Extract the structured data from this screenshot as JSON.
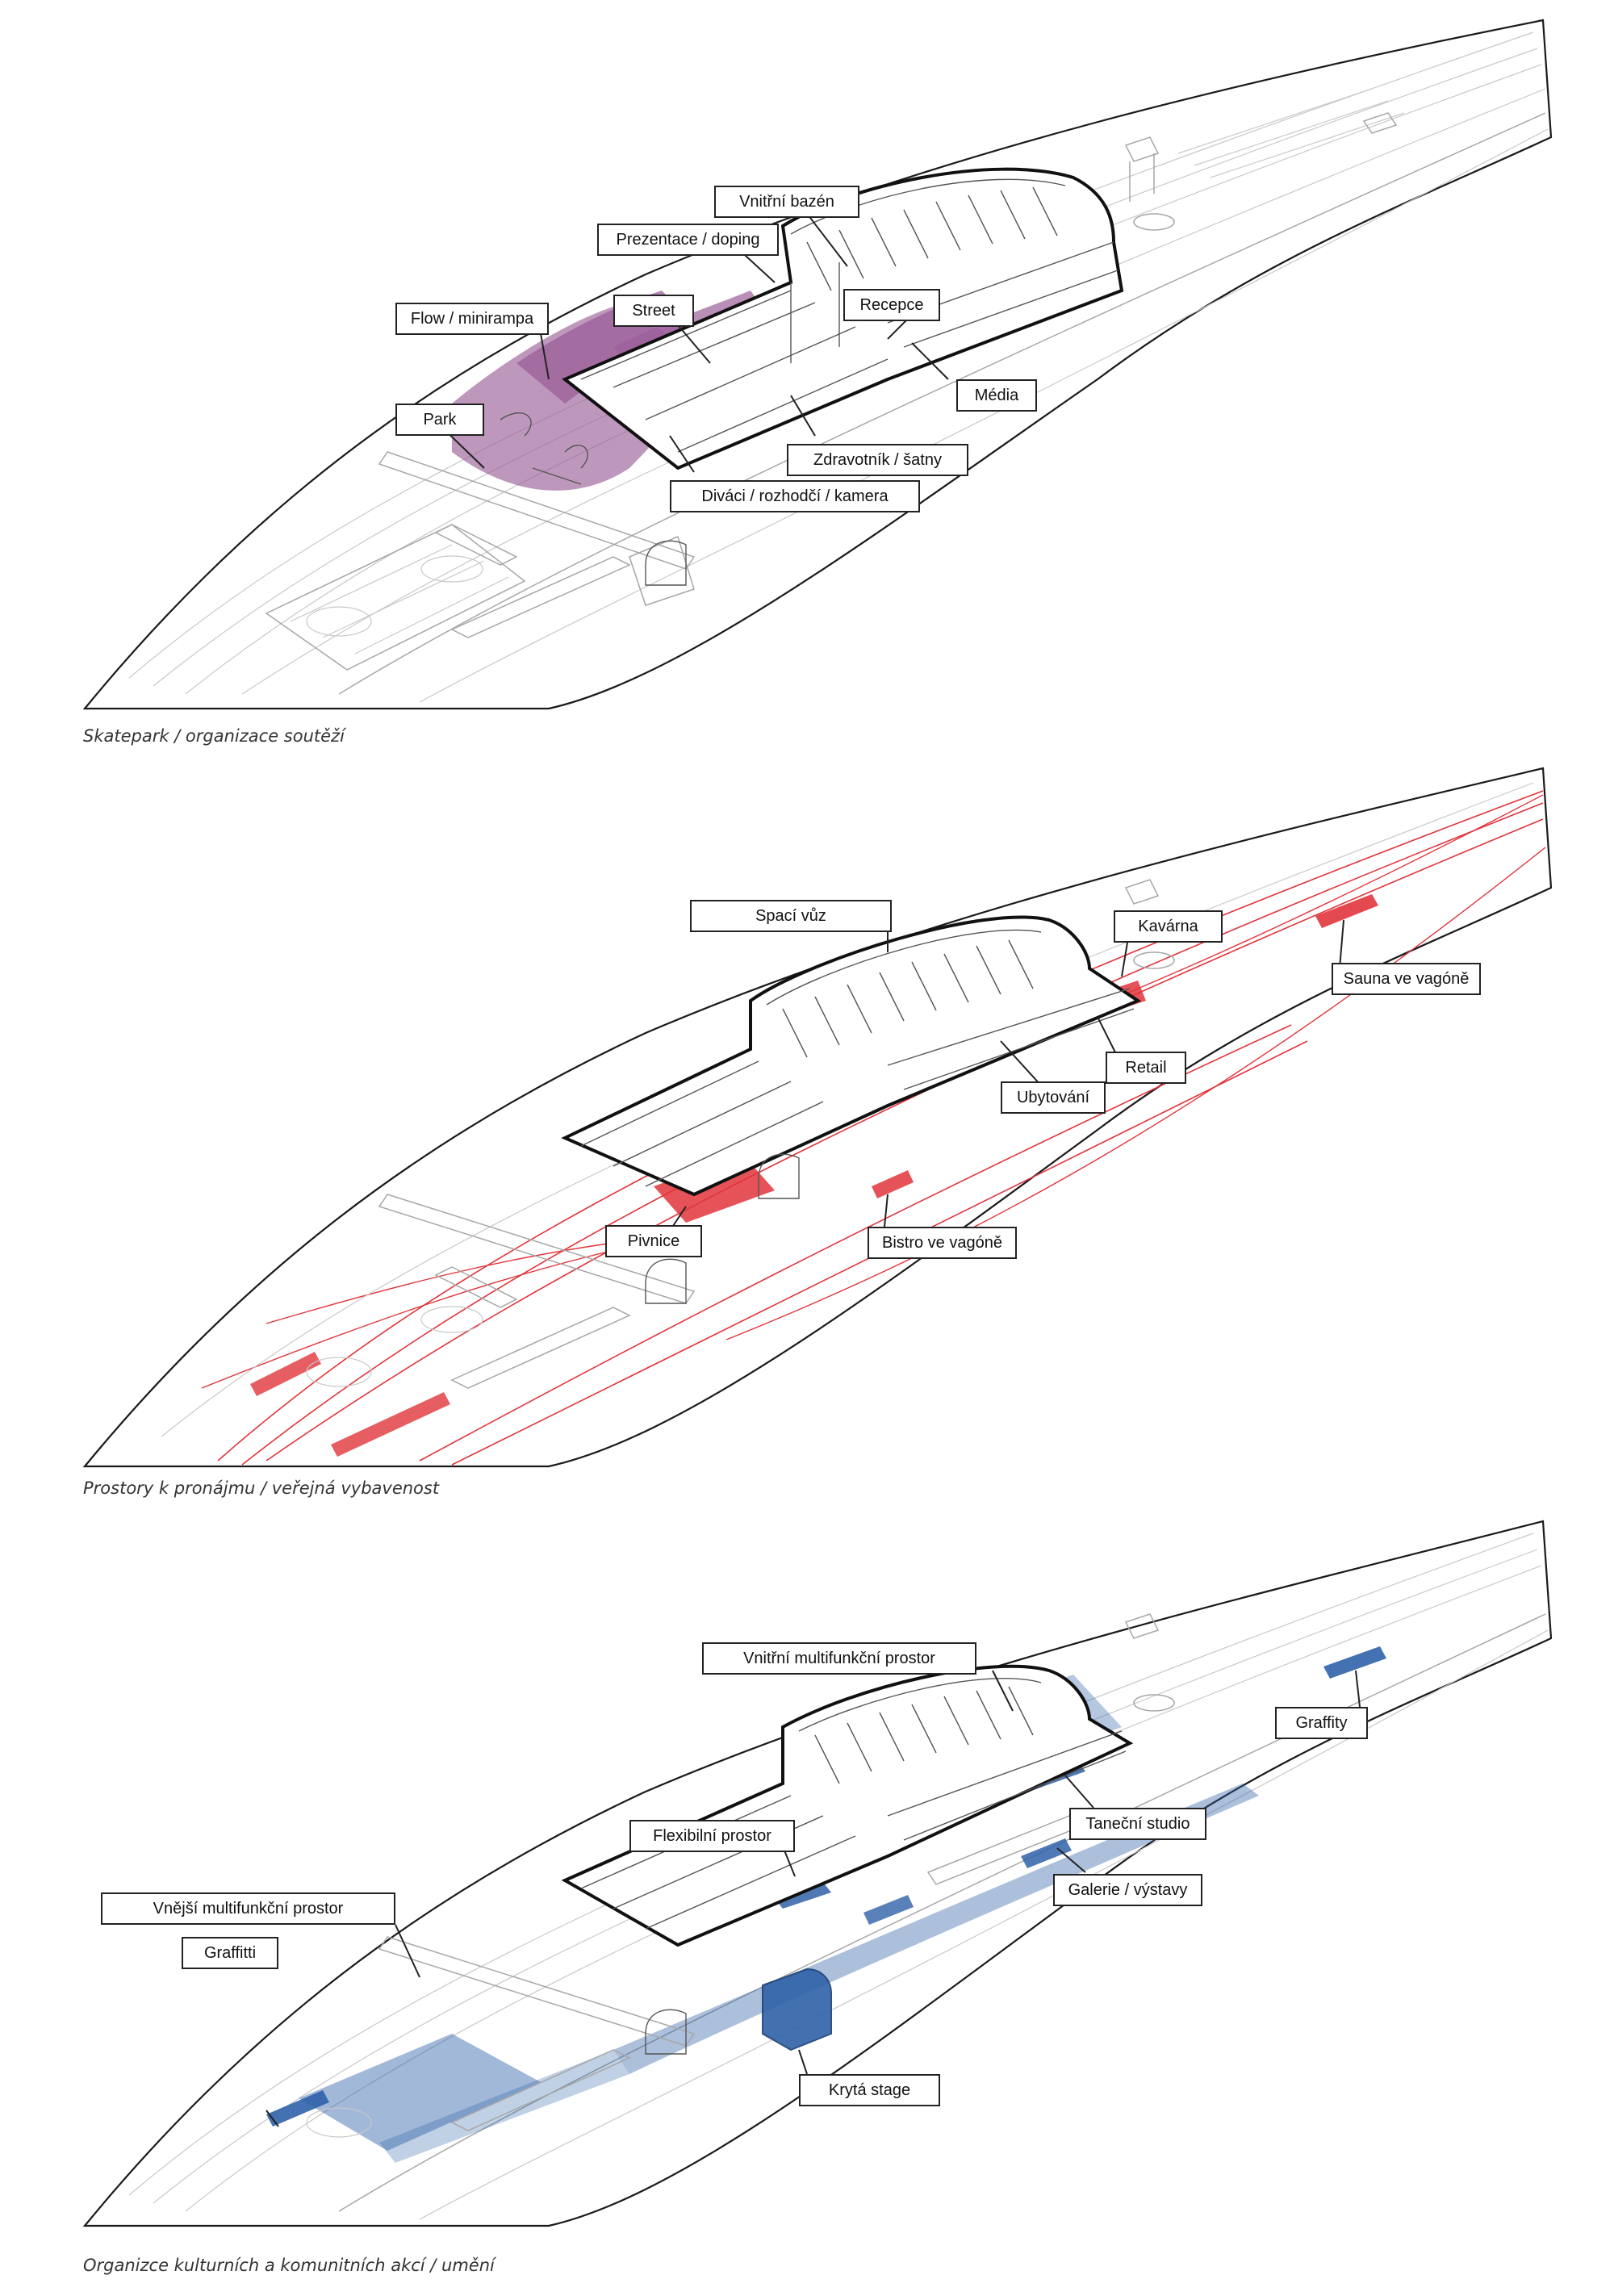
{
  "panels": [
    {
      "caption": "Skatepark / organizace soutěží",
      "accent": "#9b5f9a",
      "labels": [
        "Vnitřní bazén",
        "Prezentace / doping",
        "Street",
        "Recepce",
        "Flow / minirampa",
        "Média",
        "Park",
        "Zdravotník / šatny",
        "Diváci / rozhodčí / kamera"
      ]
    },
    {
      "caption": "Prostory k pronájmu / veřejná vybavenost",
      "accent": "#e0353b",
      "labels": [
        "Spací vůz",
        "Kavárna",
        "Sauna ve vagóně",
        "Retail",
        "Ubytování",
        "Pivnice",
        "Bistro ve vagóně"
      ]
    },
    {
      "caption": "Organizce kulturních a komunitních akcí / umění",
      "accent": "#2f62a8",
      "labels": [
        "Vnitřní multifunkční prostor",
        "Graffity",
        "Taneční studio",
        "Flexibilní prostor",
        "Galerie / výstavy",
        "Vnější multifunkční prostor",
        "Krytá stage",
        "Graffitti"
      ]
    }
  ]
}
